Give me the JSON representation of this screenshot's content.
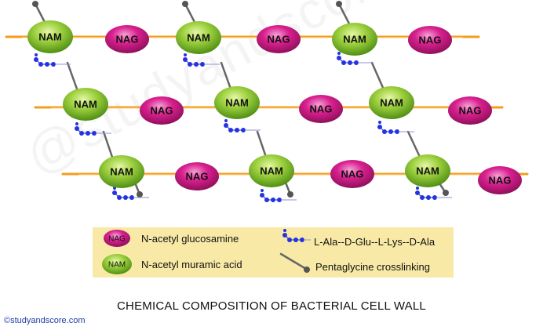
{
  "diagram": {
    "nam_label": "NAM",
    "nag_label": "NAG",
    "caption": "CHEMICAL COMPOSITION OF BACTERIAL CELL WALL",
    "copyright": "©studyandscore.com",
    "watermark": "@studyandscore.com",
    "colors": {
      "nam_fill": "#8dc63f",
      "nag_fill": "#d6198d",
      "glycan_strand": "#f39c1e",
      "peptide_dot": "#2432e0",
      "crosslink": "#666666",
      "legend_bg": "#f8eaa6"
    }
  },
  "legend": {
    "nag": {
      "badge": "NAG",
      "text": "N-acetyl glucosamine"
    },
    "nam": {
      "badge": "NAM",
      "text": "N-acetyl muramic acid"
    },
    "peptide": {
      "text": "L-Ala--D-Glu--L-Lys--D-Ala"
    },
    "crosslink": {
      "text": "Pentaglycine crosslinking"
    }
  }
}
